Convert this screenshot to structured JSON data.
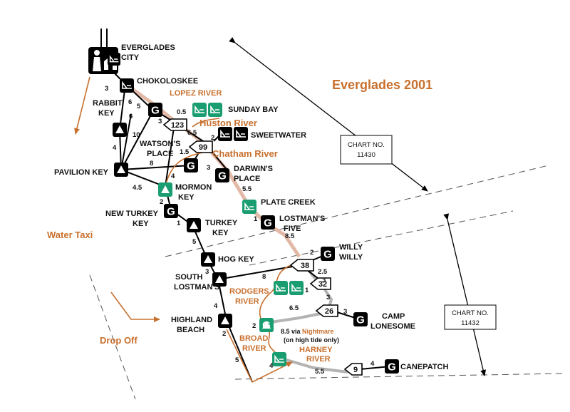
{
  "title": "Everglades 2001",
  "places": {
    "everglades_city": [
      "EVERGLADES",
      "CITY"
    ],
    "chokoloskee": "CHOKOLOSKEE",
    "rabbit_key": [
      "RABBIT",
      "KEY"
    ],
    "sunday_bay": "SUNDAY BAY",
    "sweetwater": "SWEETWATER",
    "watsons_place": [
      "WATSON'S",
      "PLACE"
    ],
    "pavilion_key": "PAVILION KEY",
    "darwins_place": [
      "DARWIN'S",
      "PLACE"
    ],
    "mormon_key": [
      "MORMON",
      "KEY"
    ],
    "plate_creek": "PLATE CREEK",
    "new_turkey_key": [
      "NEW TURKEY",
      "KEY"
    ],
    "lostmans_five": [
      "LOSTMAN'S",
      "FIVE"
    ],
    "turkey_key": [
      "TURKEY",
      "KEY"
    ],
    "willy_willy": [
      "WILLY",
      "WILLY"
    ],
    "hog_key": "HOG KEY",
    "south_lostmans": [
      "SOUTH",
      "LOSTMAN'S"
    ],
    "camp_lonesome": [
      "CAMP",
      "LONESOME"
    ],
    "highland_beach": [
      "HIGHLAND",
      "BEACH"
    ],
    "canepatch": "CANEPATCH"
  },
  "rivers": {
    "lopez": "LOPEZ RIVER",
    "huston": "Huston River",
    "chatham": "Chatham River",
    "rodgers": [
      "RODGERS",
      "RIVER"
    ],
    "broad": [
      "BROAD",
      "RIVER"
    ],
    "harney": [
      "HARNEY",
      "RIVER"
    ]
  },
  "annotations": {
    "water_taxi": "Water Taxi",
    "drop_off": "Drop Off",
    "nightmare_prefix": "8.5 via",
    "nightmare": "Nightmare",
    "high_tide": "(on high tide only)"
  },
  "charts": [
    {
      "line1": "CHART NO.",
      "line2": "11430"
    },
    {
      "line1": "CHART NO.",
      "line2": "11432"
    }
  ],
  "markers": {
    "m123": "123",
    "m99": "99",
    "m38": "38",
    "m32": "32",
    "m26": "26",
    "m9": "9",
    "g": "G"
  },
  "distances": {
    "d_ck_rab": "3",
    "d_rab_6a": "6",
    "d_6b": "6",
    "d_5": "5",
    "d_0_5": "0.5",
    "d_3a": "3",
    "d_6_5a": "6.5",
    "d_2a": "2",
    "d_10": "10",
    "d_4a": "4",
    "d_1_5": "1.5",
    "d_8a": "8",
    "d_3b": "3",
    "d_4b": "4",
    "d_4_5": "4.5",
    "d_5_5a": "5.5",
    "d_2b": "2",
    "d_1a": "1",
    "d_1b": "1",
    "d_8_5": "8.5",
    "d_5b": "5",
    "d_2c": "2",
    "d_3c": "3",
    "d_2_5": "2.5",
    "d_8b": "8",
    "d_3d": "3",
    "d_1c": "1",
    "d_4c": "4",
    "d_6_5b": "6.5",
    "d_3e": "3",
    "d_2d": "2",
    "d_2e": "2",
    "d_5c": "5",
    "d_4d": "4",
    "d_5_5b": "5.5",
    "d_4e": "4"
  }
}
